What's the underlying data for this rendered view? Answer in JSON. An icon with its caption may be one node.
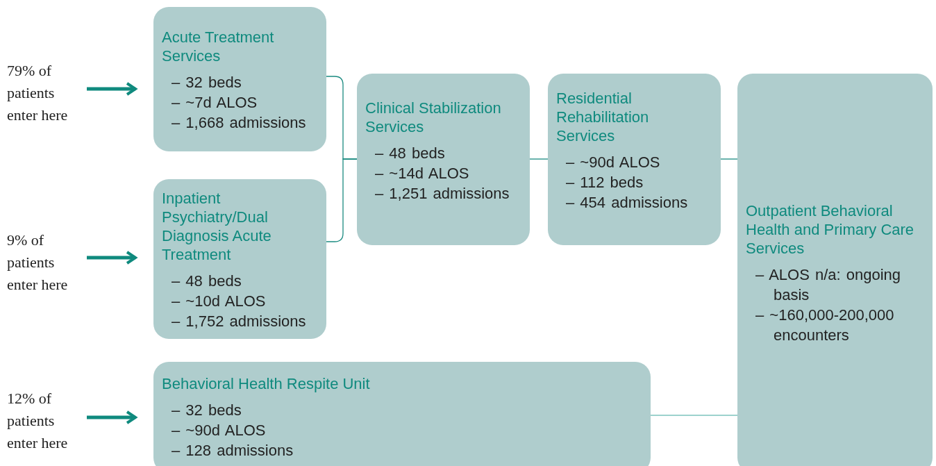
{
  "diagram": {
    "nodes": [
      {
        "text": [
          "79% of patients enter here"
        ]
      },
      {
        "text": [
          "9% of patients enter here"
        ]
      },
      {
        "text": [
          "12% of patients enter here"
        ]
      },
      {
        "text": [
          "Acute Treatment Services",
          "– 32 beds",
          "– ~7d ALOS",
          "– 1,668 admissions"
        ]
      },
      {
        "text": [
          "Inpatient Psychiatry/Dual Diagnosis Acute Treatment",
          "– 48 beds",
          "– ~10d ALOS",
          "– 1,752 admissions"
        ]
      },
      {
        "text": [
          "Clinical Stabilization Services",
          "– 48 beds",
          "– ~14d ALOS",
          "– 1,251 admissions"
        ]
      },
      {
        "text": [
          "Residential Rehabilitation Services",
          "– ~90d ALOS",
          "– 112 beds",
          "– 454 admissions"
        ]
      },
      {
        "text": [
          "Outpatient Behavioral Health and Primary Care Services",
          "– ALOS n/a: ongoing basis",
          "– ~160,000-200,000 encounters"
        ]
      },
      {
        "text": [
          "Behavioral Health Respite Unit",
          "– 32 beds",
          "– ~90d ALOS",
          "– 128 admissions"
        ]
      }
    ],
    "edges": [
      {
        "from": 0,
        "to": 3,
        "arrow": "to",
        "style": "thick"
      },
      {
        "from": 1,
        "to": 4,
        "arrow": "to",
        "style": "thick"
      },
      {
        "from": 2,
        "to": 8,
        "arrow": "to",
        "style": "thick"
      },
      {
        "from": 3,
        "to": 5,
        "arrow": "none"
      },
      {
        "from": 4,
        "to": 5,
        "arrow": "none"
      },
      {
        "from": 5,
        "to": 6,
        "arrow": "none"
      },
      {
        "from": 6,
        "to": 7,
        "arrow": "none"
      },
      {
        "from": 8,
        "to": 7,
        "arrow": "none",
        "color": "#7cc3bd"
      }
    ]
  }
}
